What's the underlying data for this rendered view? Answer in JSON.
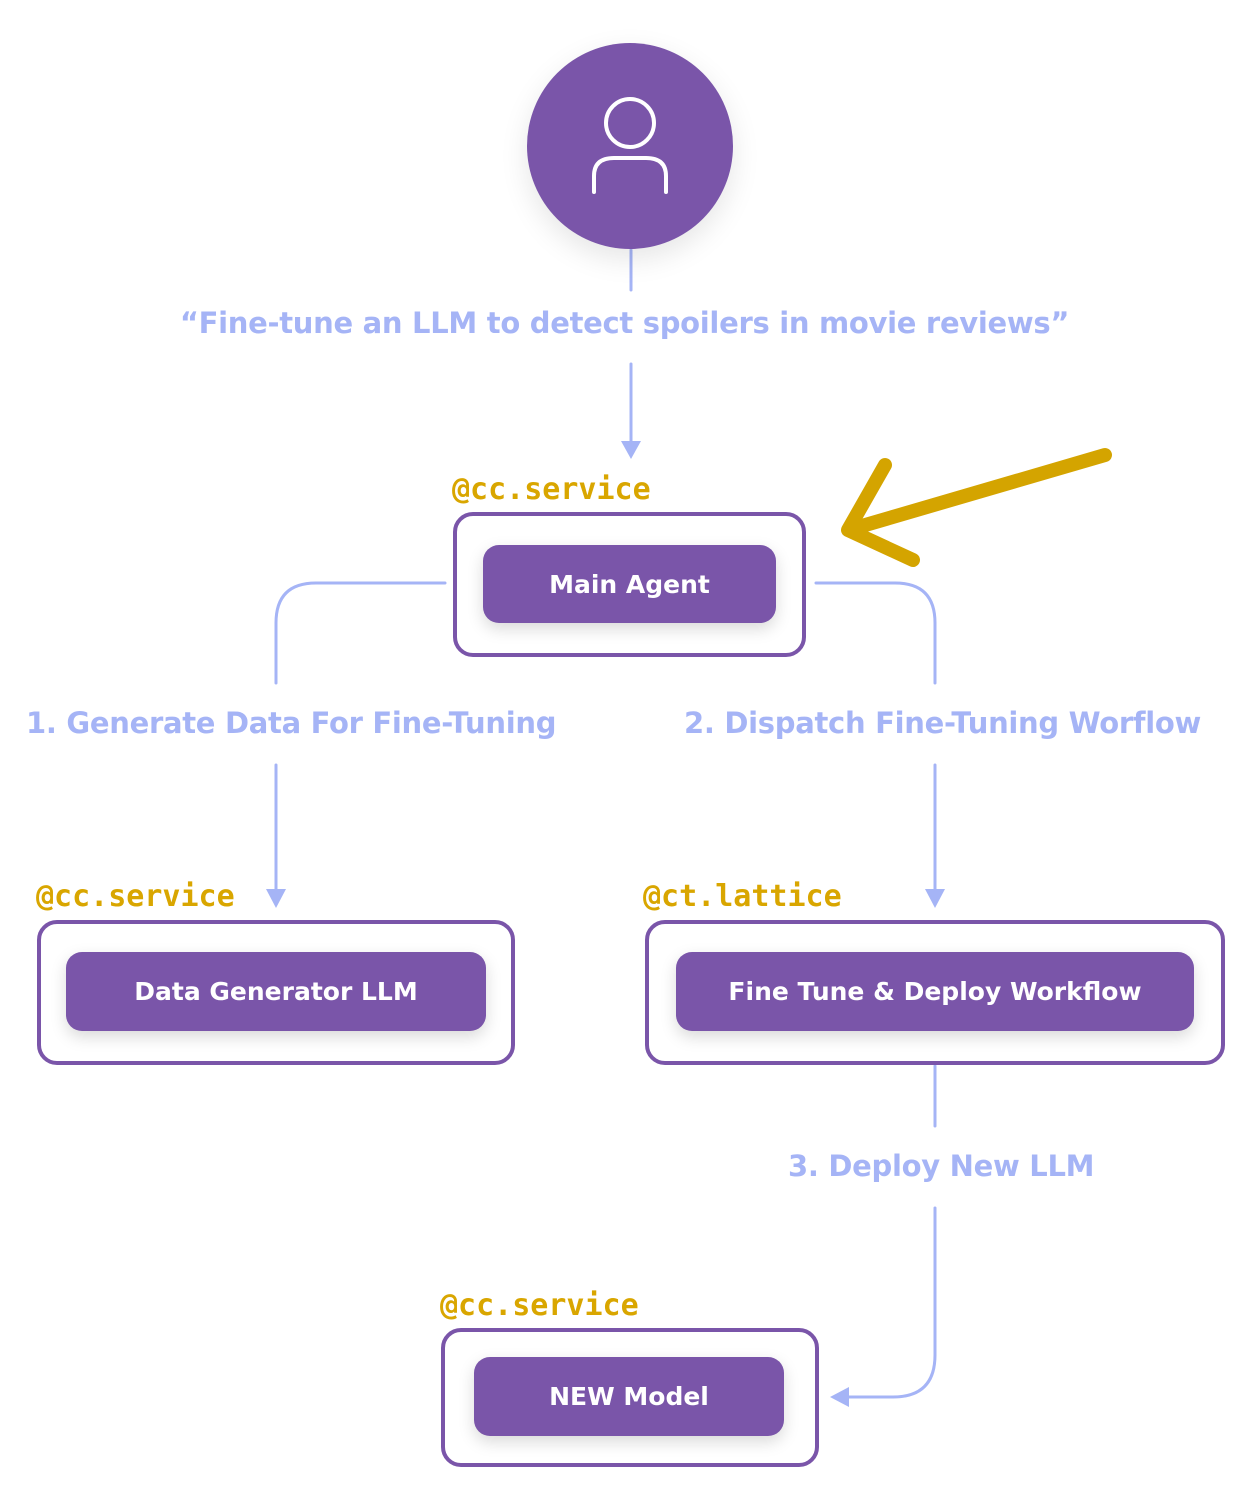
{
  "user": {
    "icon": "user-icon"
  },
  "prompt": "“Fine-tune an LLM to detect spoilers in movie reviews”",
  "steps": {
    "step1": "1. Generate Data For Fine-Tuning",
    "step2": "2. Dispatch Fine-Tuning Worflow",
    "step3": "3. Deploy New LLM"
  },
  "nodes": {
    "main_agent": {
      "decorator": "@cc.service",
      "label": "Main Agent"
    },
    "data_generator": {
      "decorator": "@cc.service",
      "label": "Data Generator LLM"
    },
    "fine_tune_workflow": {
      "decorator": "@ct.lattice",
      "label": "Fine Tune & Deploy Workflow"
    },
    "new_model": {
      "decorator": "@cc.service",
      "label": "NEW Model"
    }
  },
  "highlight": {
    "icon": "pointer-arrow-icon"
  },
  "colors": {
    "node_purple": "#7a55a9",
    "connector_blue": "#a5b4f6",
    "decorator_gold": "#d9a600",
    "highlight_arrow": "#d4a400"
  }
}
